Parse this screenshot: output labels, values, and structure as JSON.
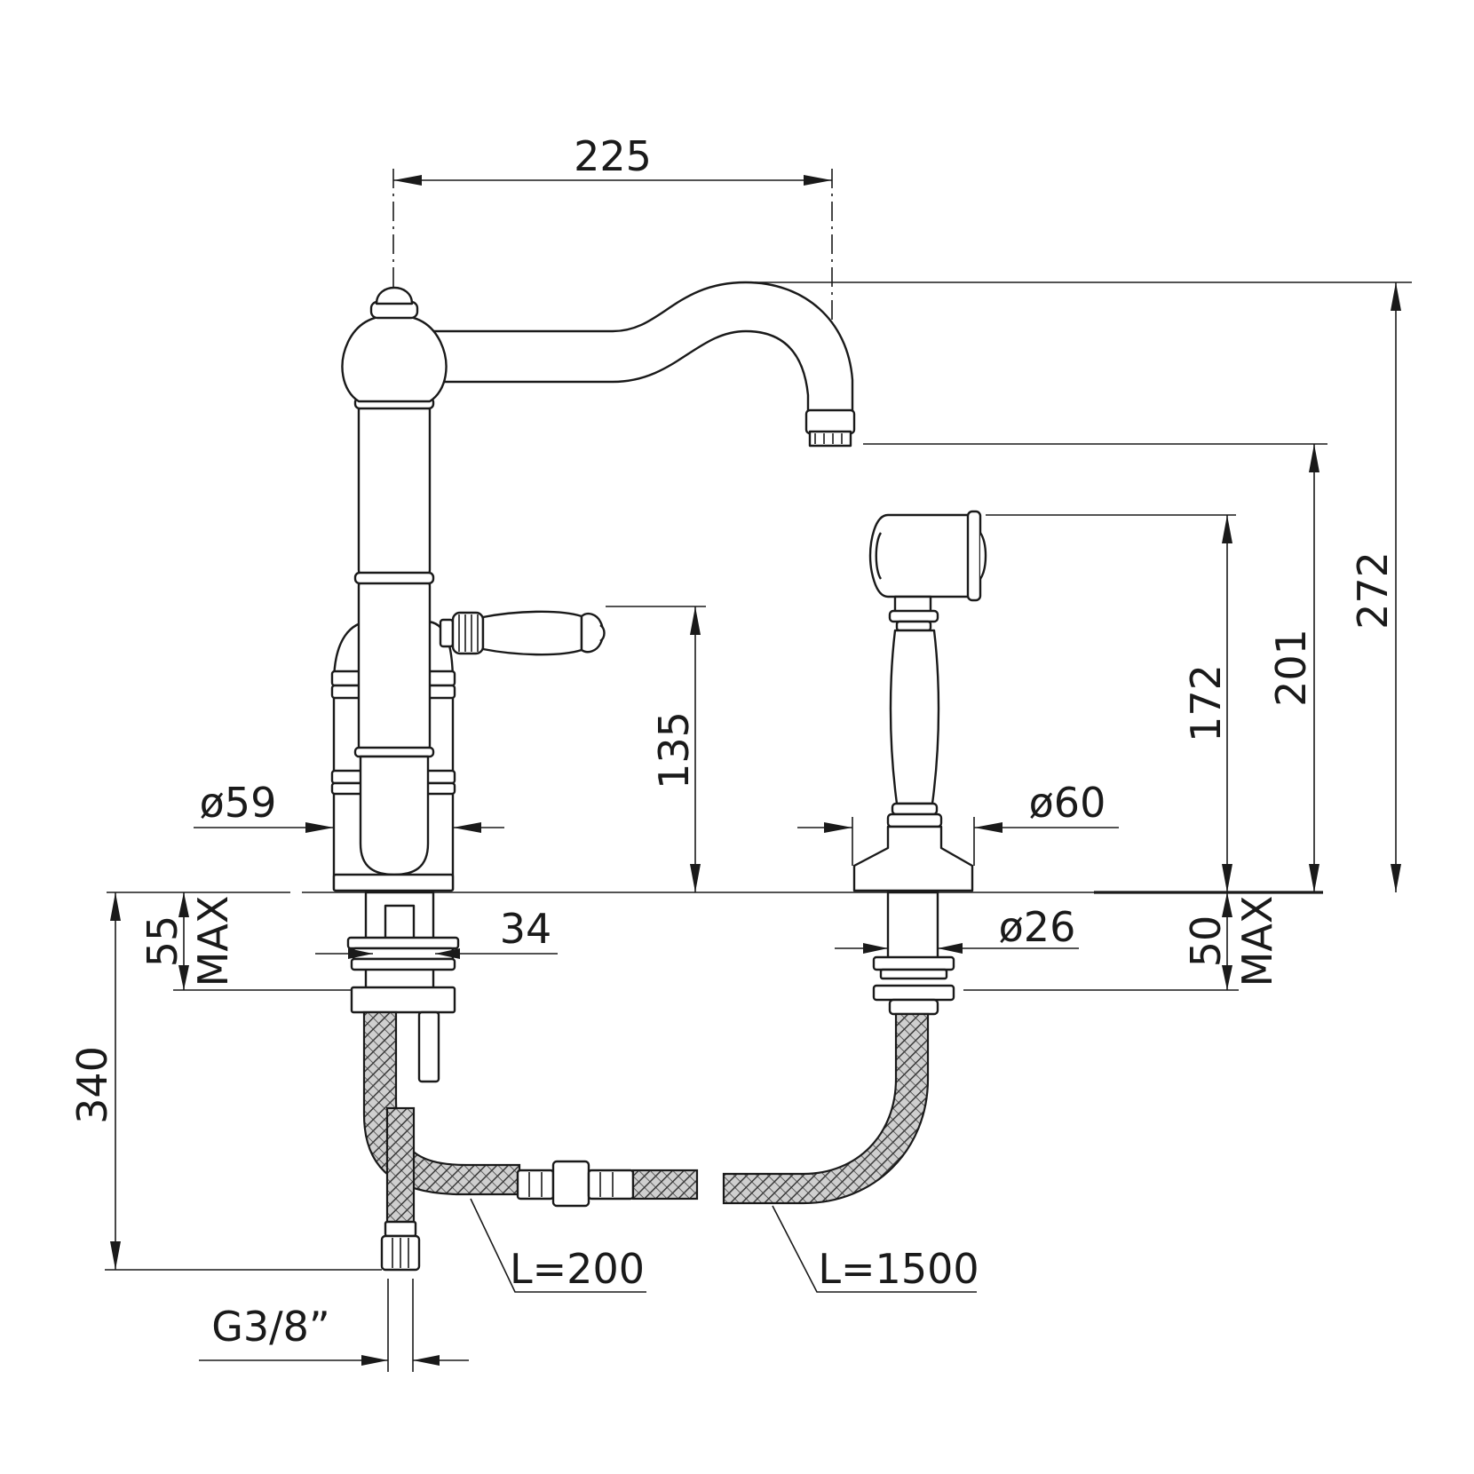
{
  "labels": {
    "spout_reach": "225",
    "total_height": "272",
    "spout_outlet_height": "201",
    "spray_height": "172",
    "lever_height": "135",
    "mixer_base_diameter": "ø59",
    "spray_base_diameter": "ø60",
    "mixer_deck_thickness": "55",
    "spray_deck_thickness": "50",
    "max_suffix": "MAX",
    "shank_width": "34",
    "spray_shank_diameter": "ø26",
    "hose_overall": "340",
    "supply_hose_length": "L=200",
    "spray_hose_length": "L=1500",
    "thread_size": "G3/8”"
  }
}
